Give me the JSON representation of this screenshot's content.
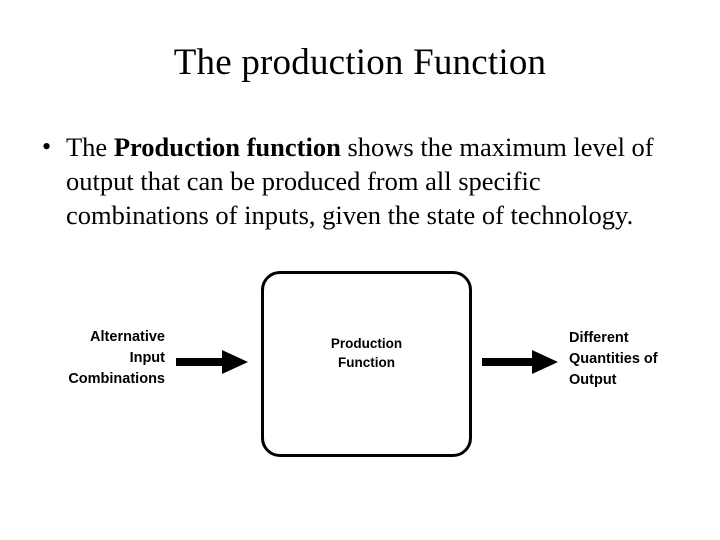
{
  "slide": {
    "title": "The production Function",
    "background_color": "#ffffff",
    "text_color": "#000000"
  },
  "body": {
    "bullet_marker": "•",
    "bullet": {
      "lead": "The ",
      "emphasis": "Production function",
      "tail": " shows the maximum level of output that can be produced from all specific combinations of inputs, given the state of technology.",
      "full_text": "The Production function shows the maximum level of output that can be produced from all specific combinations of inputs, given the state of technology."
    }
  },
  "diagram": {
    "input_label": {
      "lines": [
        "Alternative",
        "Input",
        "Combinations"
      ],
      "align": "right"
    },
    "process_box": {
      "lines": [
        "Production",
        "Function"
      ],
      "border_color": "#000000",
      "fill_color": "#ffffff"
    },
    "output_label": {
      "lines": [
        "Different",
        "Quantities of",
        "Output"
      ],
      "align": "left"
    },
    "arrows": {
      "input_arrow": "arrow-right",
      "output_arrow": "arrow-right",
      "color": "#000000"
    }
  }
}
